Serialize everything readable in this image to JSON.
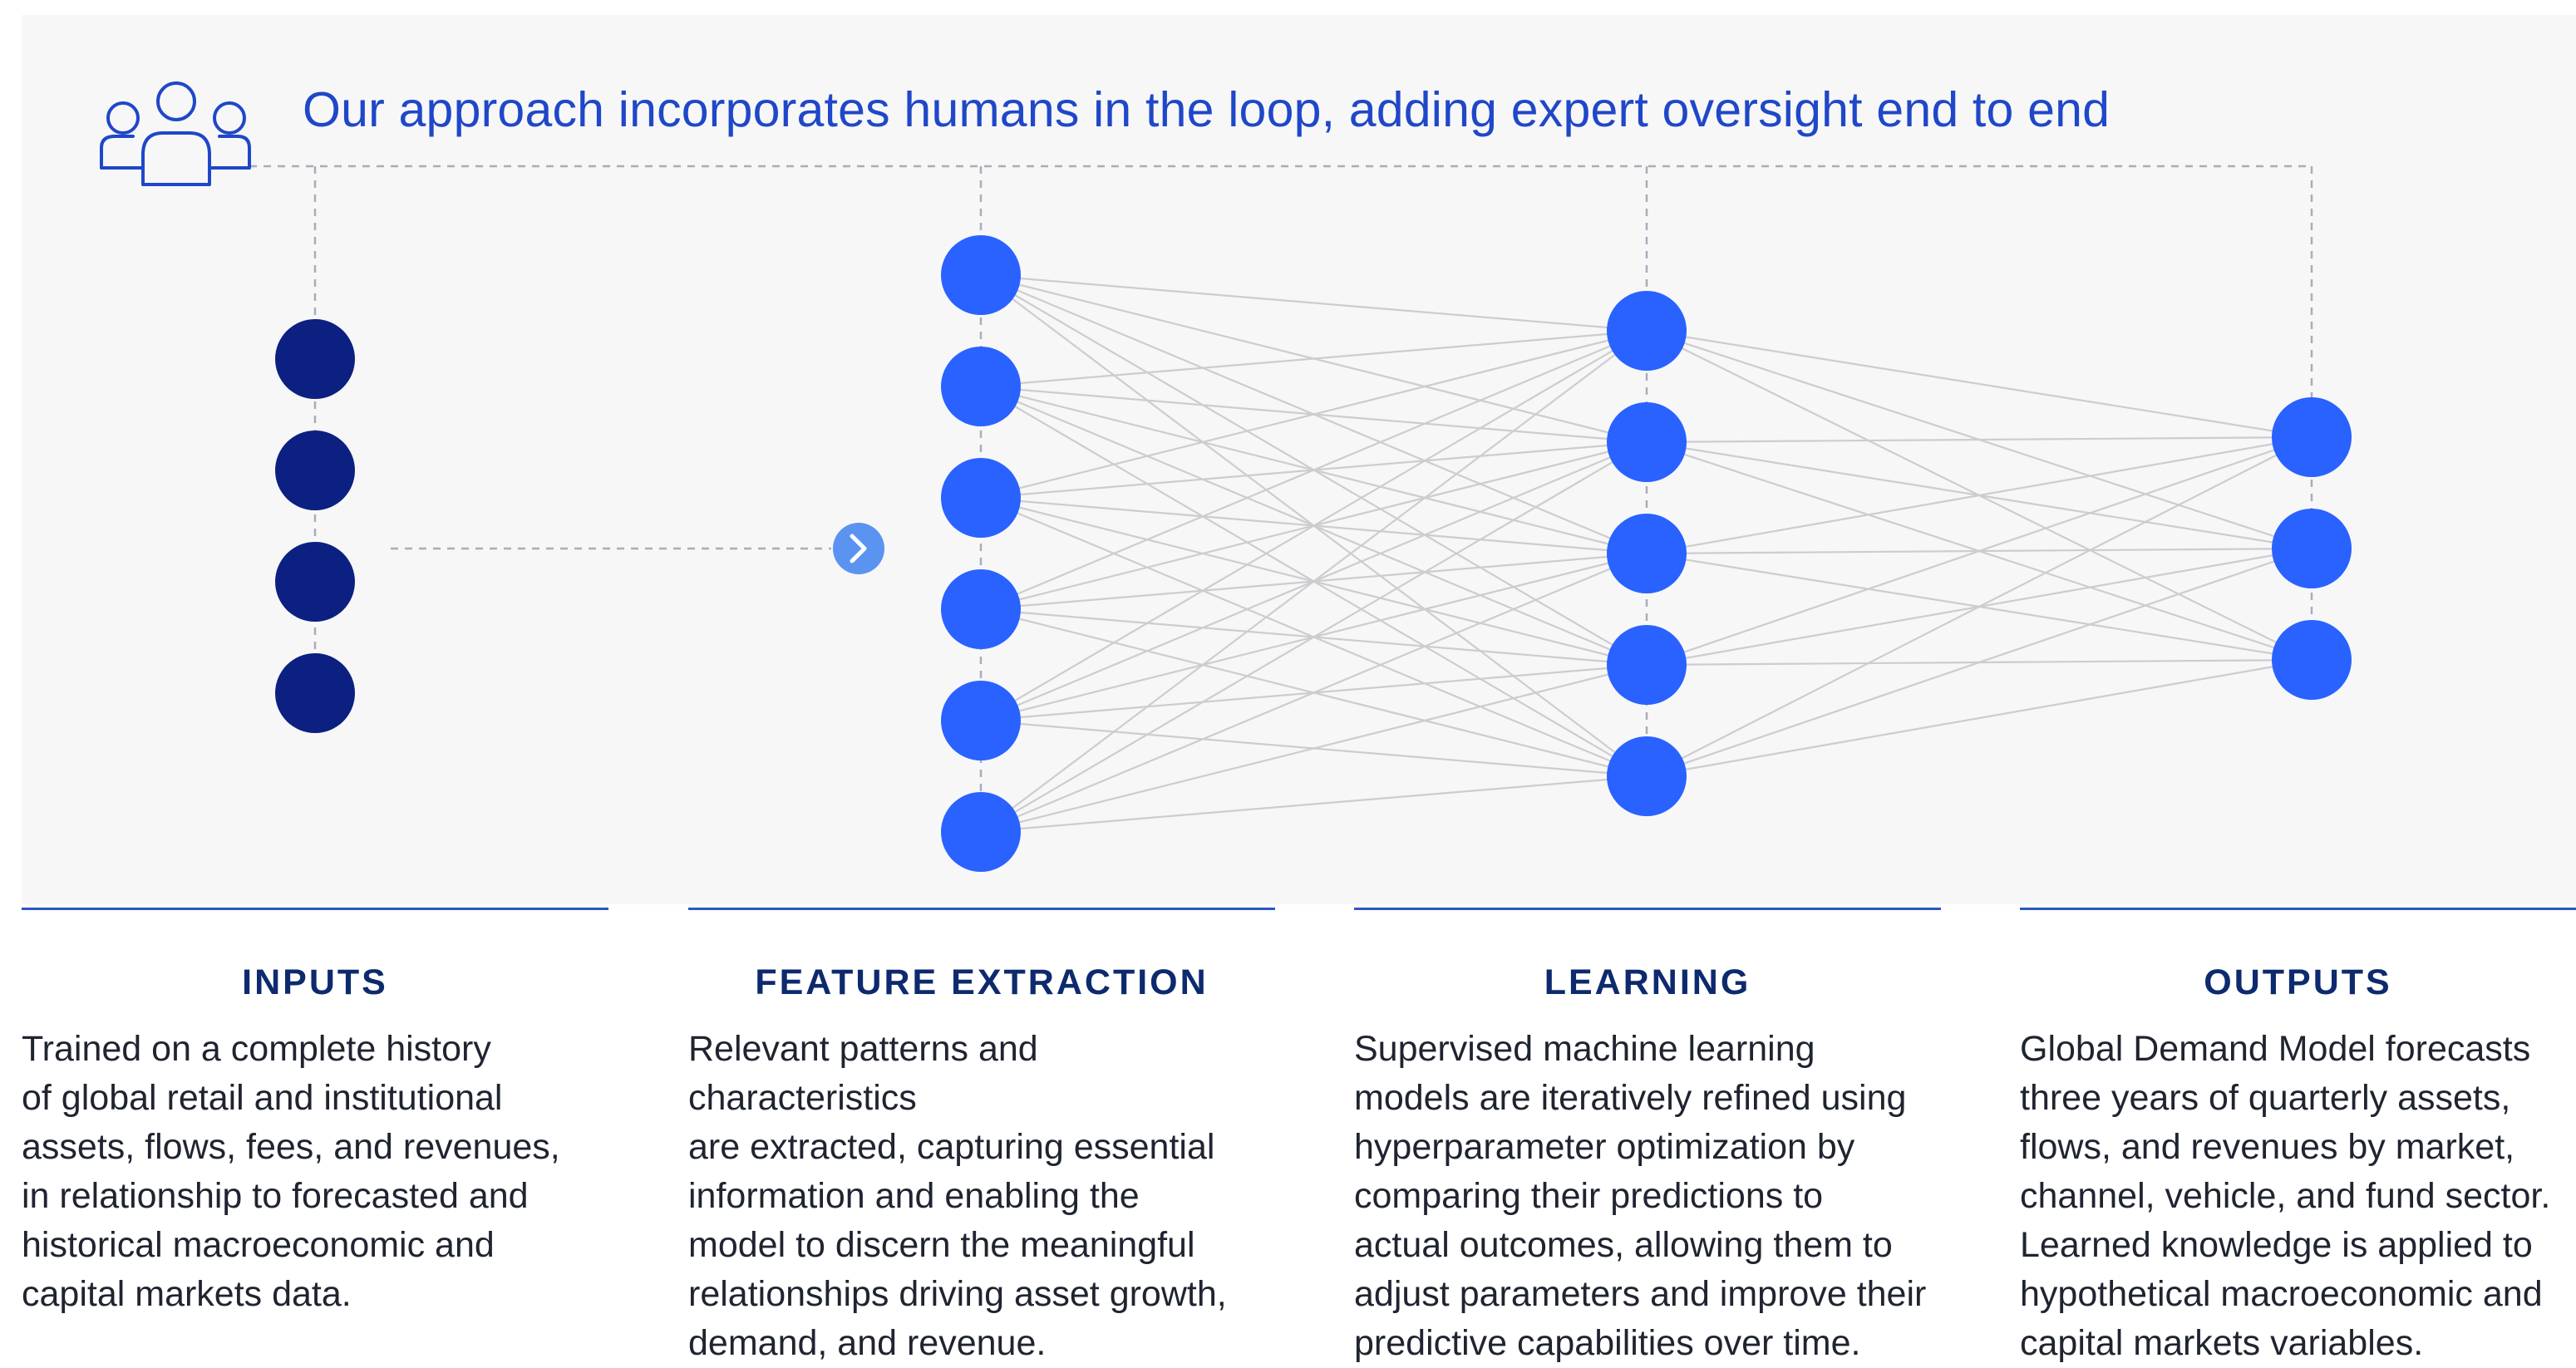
{
  "headline": "Our approach incorporates humans in the loop, adding expert oversight end to end",
  "colors": {
    "panel_background": "#f7f7f8",
    "input_node": "#0b2080",
    "network_node": "#2962ff",
    "arrow_badge": "#5b93f1",
    "connection_line": "#cdcdd0",
    "dashed_line": "#a9adb8",
    "heading_text": "#1f47c8",
    "column_title": "#0e2a6e",
    "rule": "#2c55c9"
  },
  "icons": {
    "header": "people-group-icon",
    "arrow": "chevron-right-icon"
  },
  "network": {
    "layers": [
      {
        "name": "input",
        "nodes": 4
      },
      {
        "name": "feature",
        "nodes": 6
      },
      {
        "name": "hidden",
        "nodes": 5
      },
      {
        "name": "output",
        "nodes": 3
      }
    ]
  },
  "columns": [
    {
      "title": "INPUTS",
      "body": "Trained on a complete history\nof global retail and institutional\nassets, flows, fees, and revenues,\nin relationship to forecasted and\nhistorical macroeconomic and\ncapital markets data."
    },
    {
      "title": "FEATURE EXTRACTION",
      "body": "Relevant patterns and characteristics\nare extracted, capturing essential\ninformation and enabling the\nmodel to discern the meaningful\nrelationships driving asset growth,\ndemand, and revenue."
    },
    {
      "title": "LEARNING",
      "body": "Supervised machine learning\nmodels are iteratively refined using\nhyperparameter optimization by\ncomparing their predictions to\nactual outcomes, allowing them to\nadjust parameters and improve their\npredictive capabilities over time."
    },
    {
      "title": "OUTPUTS",
      "body": "Global Demand Model forecasts\nthree years of quarterly assets,\nflows, and revenues by market,\nchannel, vehicle, and fund sector.\nLearned knowledge is applied to\nhypothetical macroeconomic and\ncapital markets variables."
    }
  ]
}
